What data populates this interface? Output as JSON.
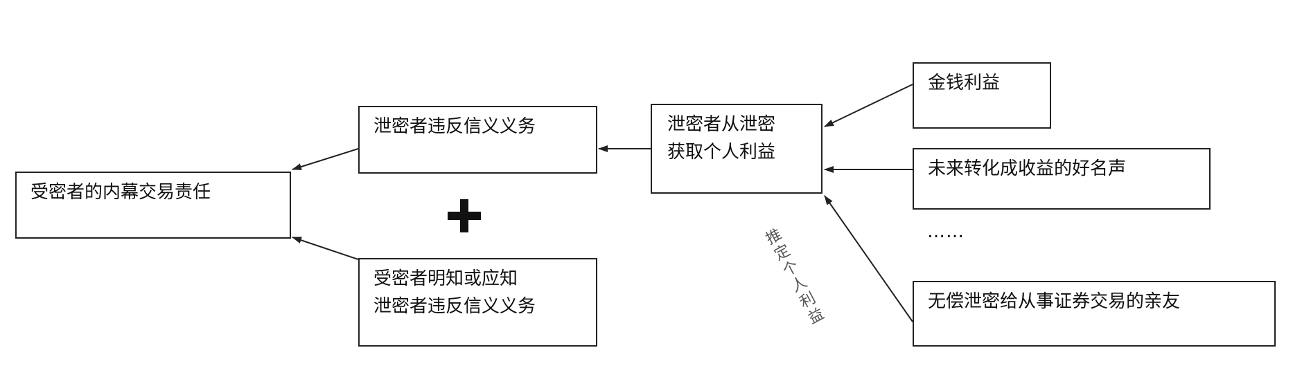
{
  "boxes": {
    "liability": "受密者的内幕交易责任",
    "breach": "泄密者违反信义义务",
    "knowledge_line1": "受密者明知或应知",
    "knowledge_line2": "泄密者违反信义义务",
    "benefit_line1": "泄密者从泄密",
    "benefit_line2": "获取个人利益",
    "money": "金钱利益",
    "reputation": "未来转化成收益的好名声",
    "gift": "无偿泄密给从事证券交易的亲友"
  },
  "ellipsis": "……",
  "inferred_label": [
    "推",
    "定",
    "个",
    "人",
    "利",
    "益"
  ]
}
